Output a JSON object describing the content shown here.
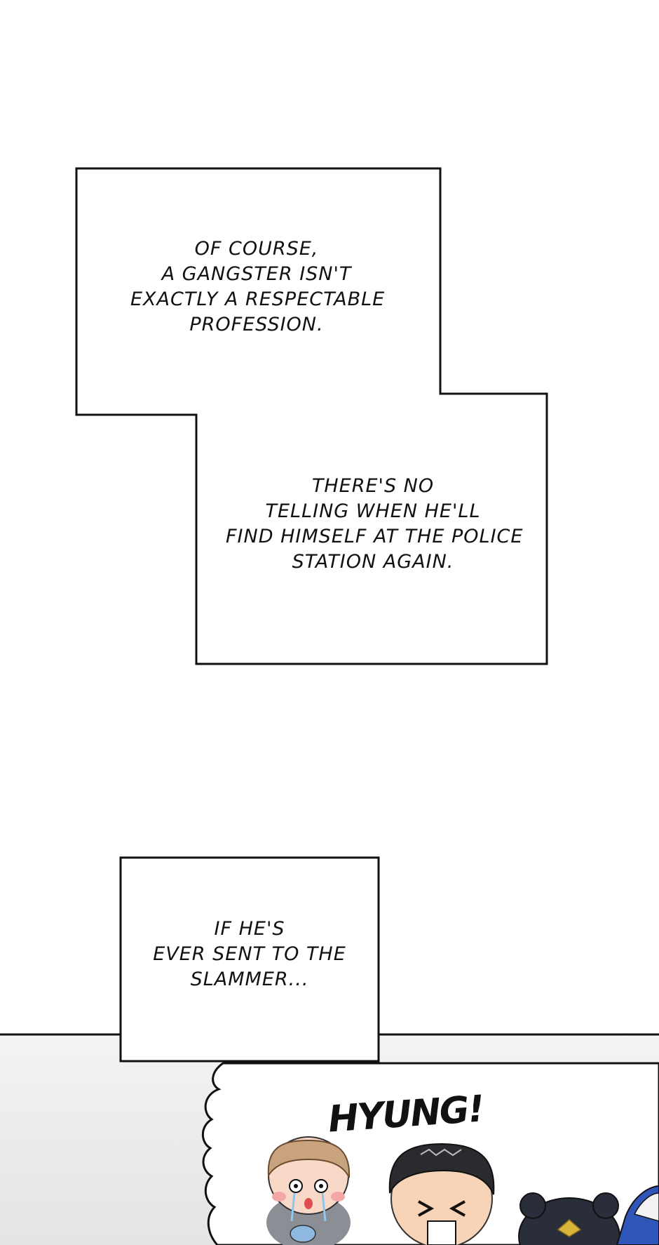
{
  "captions": {
    "box1": {
      "line1": "OF COURSE,",
      "line2": "A GANGSTER ISN'T",
      "line3": "EXACTLY A RESPECTABLE",
      "line4": "PROFESSION."
    },
    "box2": {
      "line1": "THERE'S NO",
      "line2": "TELLING WHEN HE'LL",
      "line3": "FIND HIMSELF AT THE POLICE",
      "line4": "STATION AGAIN."
    },
    "box3": {
      "line1": "IF HE'S",
      "line2": "EVER SENT TO THE",
      "line3": "SLAMMER..."
    }
  },
  "speech": {
    "shout": "HYUNG!"
  }
}
